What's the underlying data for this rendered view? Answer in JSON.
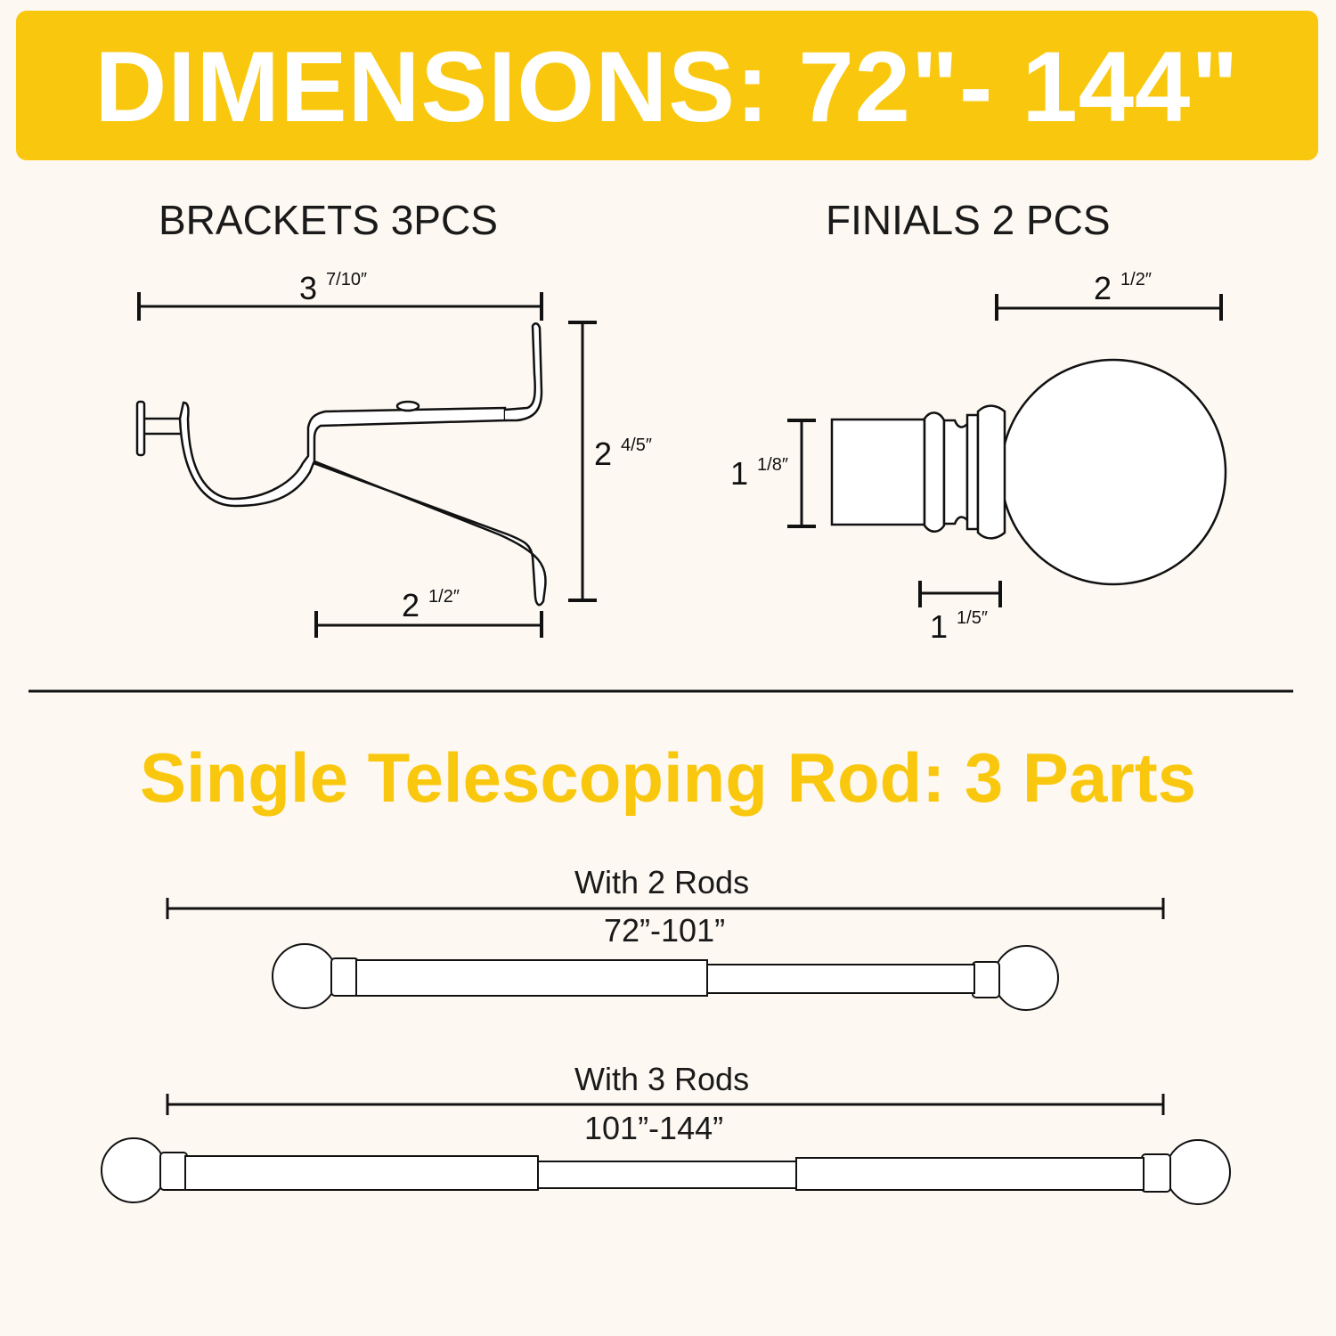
{
  "banner": {
    "title": "DIMENSIONS: 72\"- 144\"",
    "color": "#f9c80e"
  },
  "brackets": {
    "title": "BRACKETS 3PCS",
    "width_whole": "3",
    "width_frac": "7/10″",
    "height_whole": "2",
    "height_frac": "4/5″",
    "depth_whole": "2",
    "depth_frac": "1/2″"
  },
  "finials": {
    "title": "FINIALS 2 PCS",
    "length_whole": "2",
    "length_frac": "1/2″",
    "diameter_whole": "1",
    "diameter_frac": "1/8″",
    "neck_whole": "1",
    "neck_frac": "1/5″"
  },
  "rod_section": {
    "title": "Single Telescoping Rod: 3 Parts",
    "configs": [
      {
        "label": "With 2 Rods",
        "range": "72”-101”"
      },
      {
        "label": "With 3 Rods",
        "range": "101”-144”"
      }
    ]
  }
}
